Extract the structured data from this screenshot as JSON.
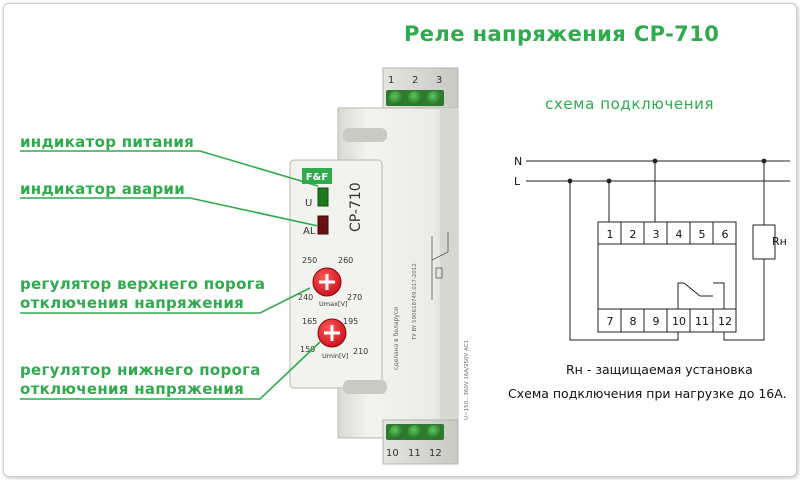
{
  "title": "Реле напряжения CP-710",
  "subtitle": "схема подключения",
  "callouts": {
    "power_indicator": "индикатор питания",
    "fault_indicator": "индикатор аварии",
    "upper_regulator_line1": "регулятор верхнего порога",
    "upper_regulator_line2": "отключения напряжения",
    "lower_regulator_line1": "регулятор нижнего порога",
    "lower_regulator_line2": "отключения напряжения"
  },
  "device": {
    "model_label": "CP-710",
    "logo": "F&F",
    "indicator_u": "U",
    "indicator_al": "AL",
    "upper_dial": {
      "min": "240",
      "t1": "250",
      "t2": "260",
      "max": "270",
      "unit": "Umax[V]"
    },
    "lower_dial": {
      "min": "150",
      "t1": "165",
      "t2": "195",
      "max": "210",
      "unit": "Umin[V]"
    },
    "top_terminals": [
      "1",
      "2",
      "3"
    ],
    "bottom_terminals": [
      "10",
      "11",
      "12"
    ],
    "side_text": "сделано в беларуси",
    "spec_text": "U~150...360V  16A/250V AC1",
    "cert_text": "ТУ BY 590618749.017-2012"
  },
  "schematic": {
    "line_n": "N",
    "line_l": "L",
    "top_terminals": [
      "1",
      "2",
      "3",
      "4",
      "5",
      "6"
    ],
    "bottom_terminals": [
      "7",
      "8",
      "9",
      "10",
      "11",
      "12"
    ],
    "load_label": "Rн",
    "caption1": "Rн - защищаемая установка",
    "caption2": "Схема подключения при нагрузке до 16А."
  },
  "colors": {
    "accent_green": "#2eab4c",
    "dial_red": "#e8202a",
    "device_body": "#ecece8",
    "terminal_green": "#3a9a3a"
  }
}
